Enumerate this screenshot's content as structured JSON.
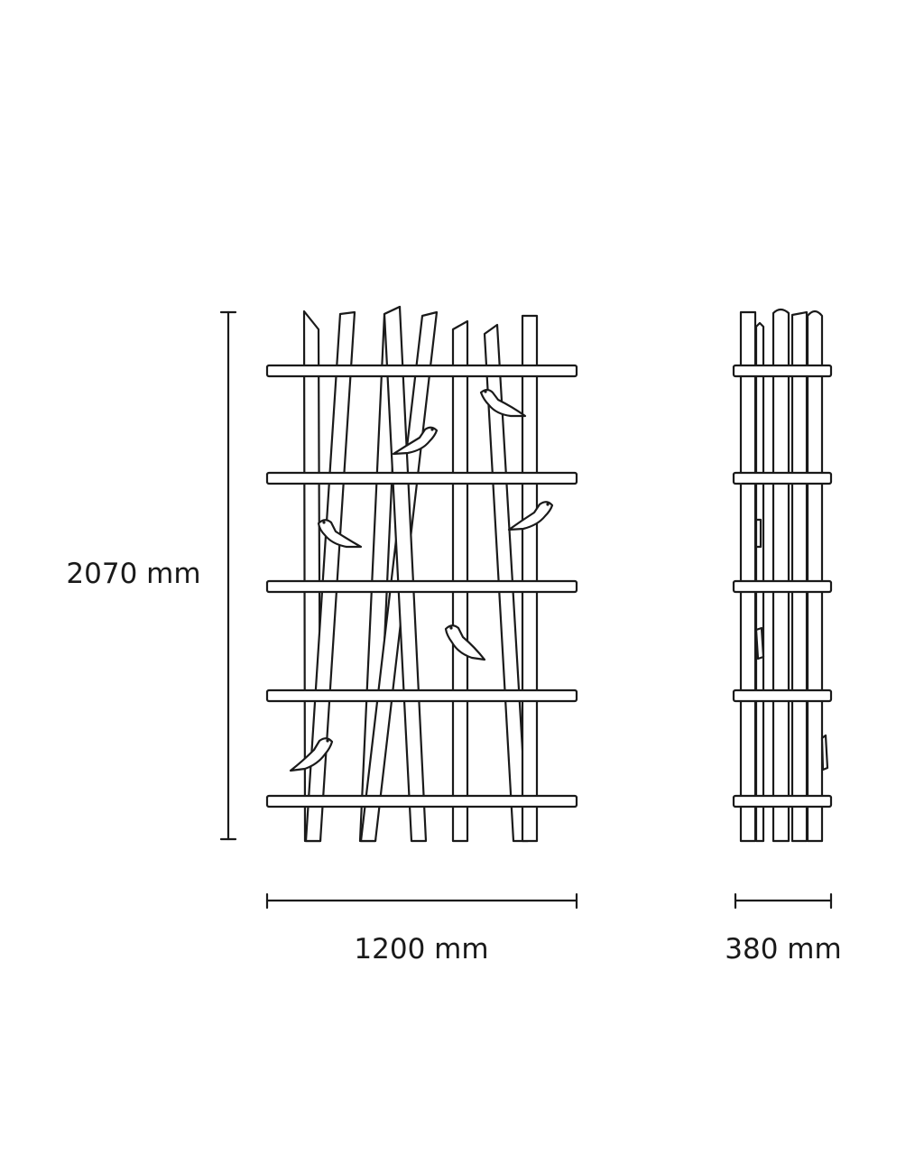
{
  "dimensions": {
    "height": "2070 mm",
    "width": "1200 mm",
    "depth": "380 mm"
  },
  "colors": {
    "line": "#1a1a1a",
    "background": "#ffffff",
    "fill": "#ffffff"
  },
  "front_view": {
    "shelf_count": 5,
    "pole_count": 7,
    "bird_count": 6
  },
  "side_view": {
    "shelf_count": 5,
    "pole_count": 5
  }
}
